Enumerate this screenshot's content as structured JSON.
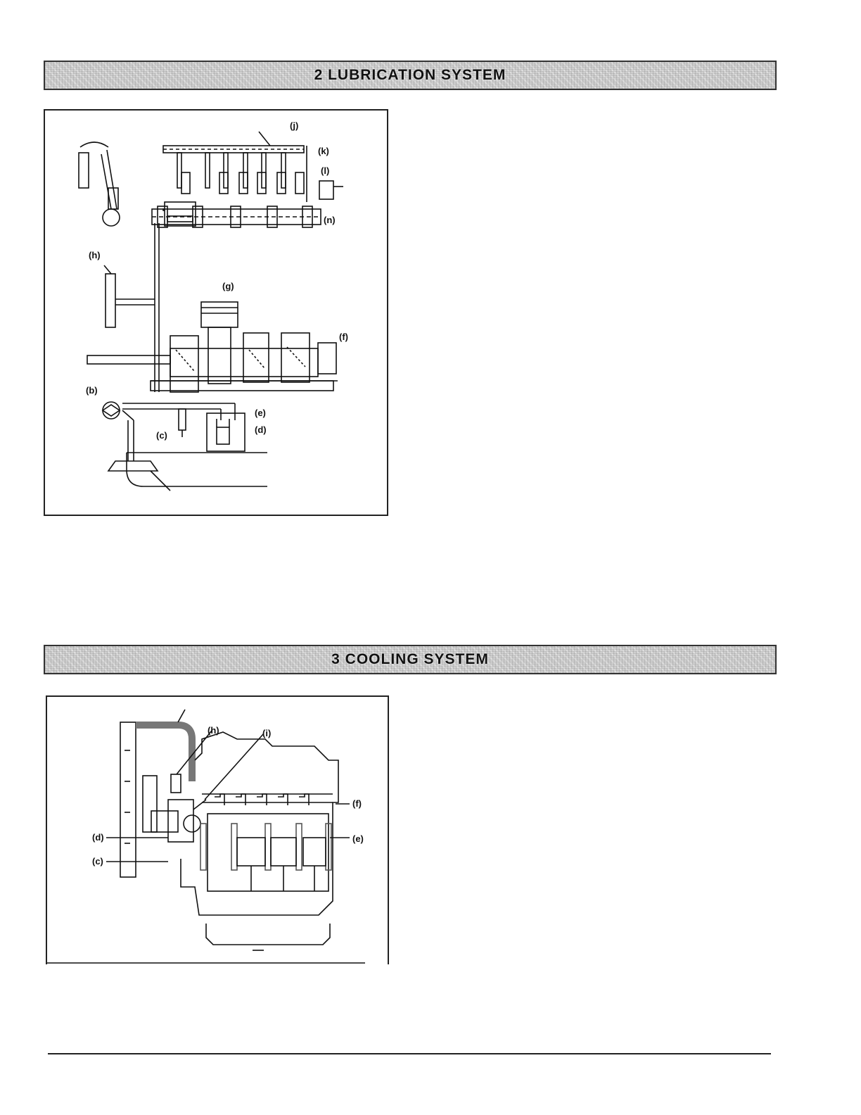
{
  "sections": [
    {
      "title": "2  LUBRICATION SYSTEM",
      "figure": {
        "labels": {
          "j": "(j)",
          "k": "(k)",
          "l": "(l)",
          "n": "(n)",
          "h": "(h)",
          "g": "(g)",
          "f": "(f)",
          "b": "(b)",
          "e": "(e)",
          "d": "(d)",
          "c": "(c)"
        }
      }
    },
    {
      "title": "3  COOLING SYSTEM",
      "figure": {
        "labels": {
          "h": "(h)",
          "i": "(i)",
          "f": "(f)",
          "d": "(d)",
          "e": "(e)",
          "c": "(c)"
        }
      }
    }
  ]
}
